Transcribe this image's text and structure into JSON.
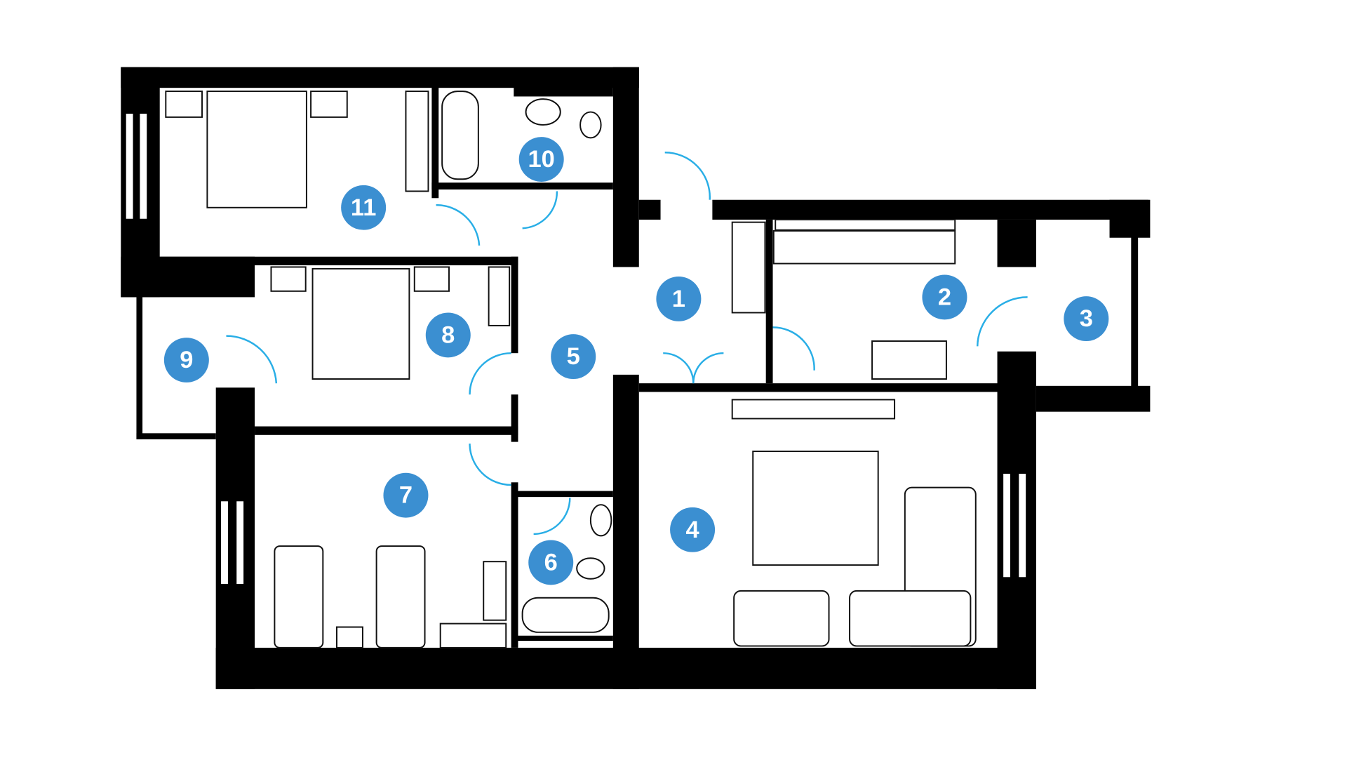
{
  "plan": {
    "accent_color": "#3b8fd1",
    "door_color": "#29aee6",
    "rooms": [
      {
        "label": "1"
      },
      {
        "label": "2"
      },
      {
        "label": "3"
      },
      {
        "label": "4"
      },
      {
        "label": "5"
      },
      {
        "label": "6"
      },
      {
        "label": "7"
      },
      {
        "label": "8"
      },
      {
        "label": "9"
      },
      {
        "label": "10"
      },
      {
        "label": "11"
      }
    ]
  }
}
